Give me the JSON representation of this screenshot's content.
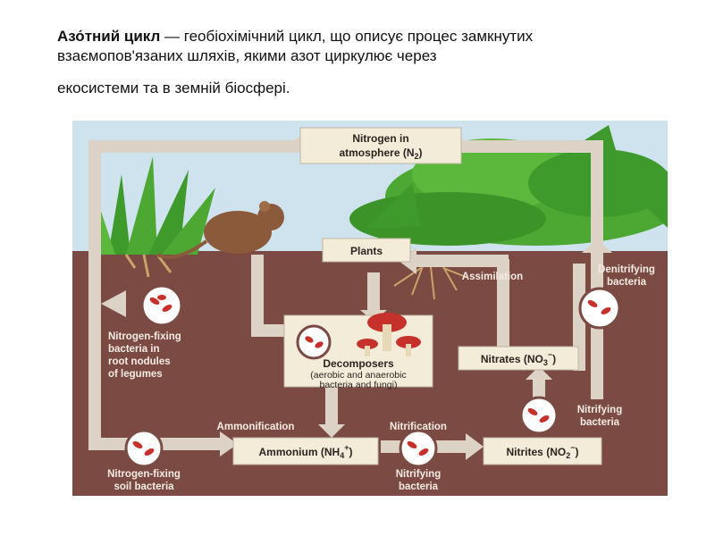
{
  "intro": {
    "term": "Азо́тний цикл",
    "line1_rest": " — геобіохімічний цикл, що описує процес замкнутих",
    "line2": "взаємопов'язаних шляхів, якими азот циркулює через",
    "line3": "екосистеми та в земній біосфері."
  },
  "diagram": {
    "atmosphere": {
      "line1": "Nitrogen in",
      "line2": "atmosphere (N",
      "sub": "2",
      "close": ")"
    },
    "plants": "Plants",
    "assimilation": "Assimilation",
    "denitrifying": {
      "line1": "Denitrifying",
      "line2": "bacteria"
    },
    "root_nodule": {
      "line1": "Nitrogen-fixing",
      "line2": "bacteria in",
      "line3": "root nodules",
      "line4": "of legumes"
    },
    "decomposers": {
      "title": "Decomposers",
      "line1": "(aerobic and anaerobic",
      "line2": "bacteria and fungi)"
    },
    "nitrates": {
      "text": "Nitrates (NO",
      "sub": "3",
      "sup": "−",
      "close": ")"
    },
    "nitrifying_right": {
      "line1": "Nitrifying",
      "line2": "bacteria"
    },
    "ammonification": "Ammonification",
    "nitrification": "Nitrification",
    "ammonium": {
      "text": "Ammonium (NH",
      "sub": "4",
      "sup": "+",
      "close": ")"
    },
    "nitrites": {
      "text": "Nitrites (NO",
      "sub": "2",
      "sup": "−",
      "close": ")"
    },
    "soil_bacteria": {
      "line1": "Nitrogen-fixing",
      "line2": "soil bacteria"
    },
    "nitrifying_bottom": {
      "line1": "Nitrifying",
      "line2": "bacteria"
    }
  },
  "colors": {
    "sky": "#cfe3ee",
    "soil": "#7b4a42",
    "arrow": "#dcd2c6",
    "box": "#f3ecd9",
    "leaf": "#3f9a2c"
  }
}
